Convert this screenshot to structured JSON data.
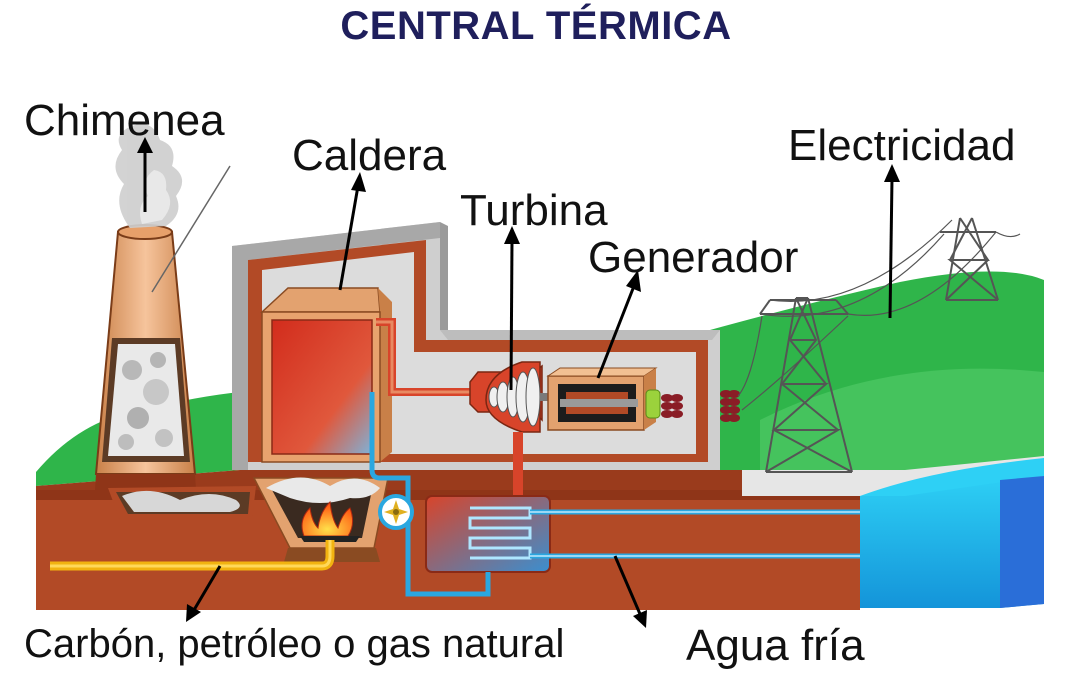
{
  "title": "CENTRAL TÉRMICA",
  "labels": {
    "chimney": "Chimenea",
    "boiler": "Caldera",
    "turbine": "Turbina",
    "generator": "Generador",
    "electricity": "Electricidad",
    "fuel": "Carbón, petróleo o gas natural",
    "cold_water": "Agua fría"
  },
  "colors": {
    "title": "#1f1f5c",
    "ground": "#b24a26",
    "grass": "#2fb54a",
    "water": "#1fb6e8",
    "boiler": "#d8442a",
    "wall": "#c4c4c4",
    "fuel_pipe": "#f2b310",
    "coolant_pipe": "#2aa7e0"
  }
}
